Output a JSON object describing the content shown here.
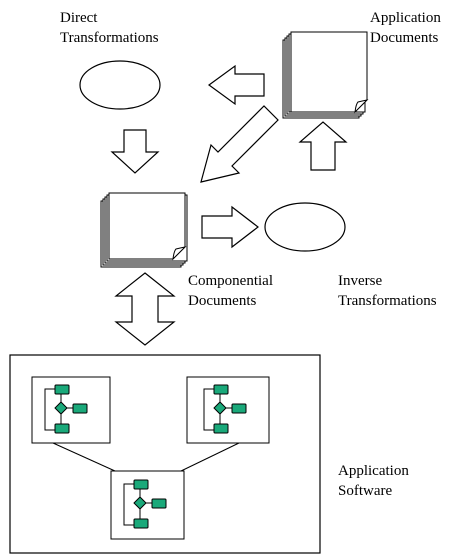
{
  "labels": {
    "direct_transformations": [
      "Direct",
      "Transformations"
    ],
    "application_documents": [
      "Application",
      "Documents"
    ],
    "componential_documents": [
      "Componential",
      "Documents"
    ],
    "inverse_transformations": [
      "Inverse",
      "Transformations"
    ],
    "application_software": [
      "Application",
      "Software"
    ]
  },
  "colors": {
    "stroke": "#000000",
    "fill": "#ffffff",
    "component": "#1aa97a"
  }
}
